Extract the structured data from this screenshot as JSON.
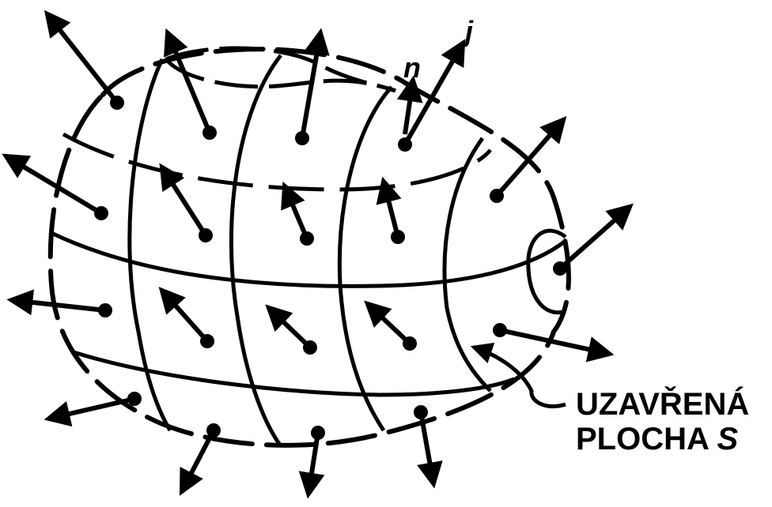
{
  "labels": {
    "n": "n",
    "j": "j",
    "surface_line1": "UZAVŘENÁ",
    "surface_line2_text": "PLOCHA",
    "surface_line2_symbol": "S"
  },
  "colors": {
    "ink": "#000000",
    "background": "#ffffff"
  }
}
